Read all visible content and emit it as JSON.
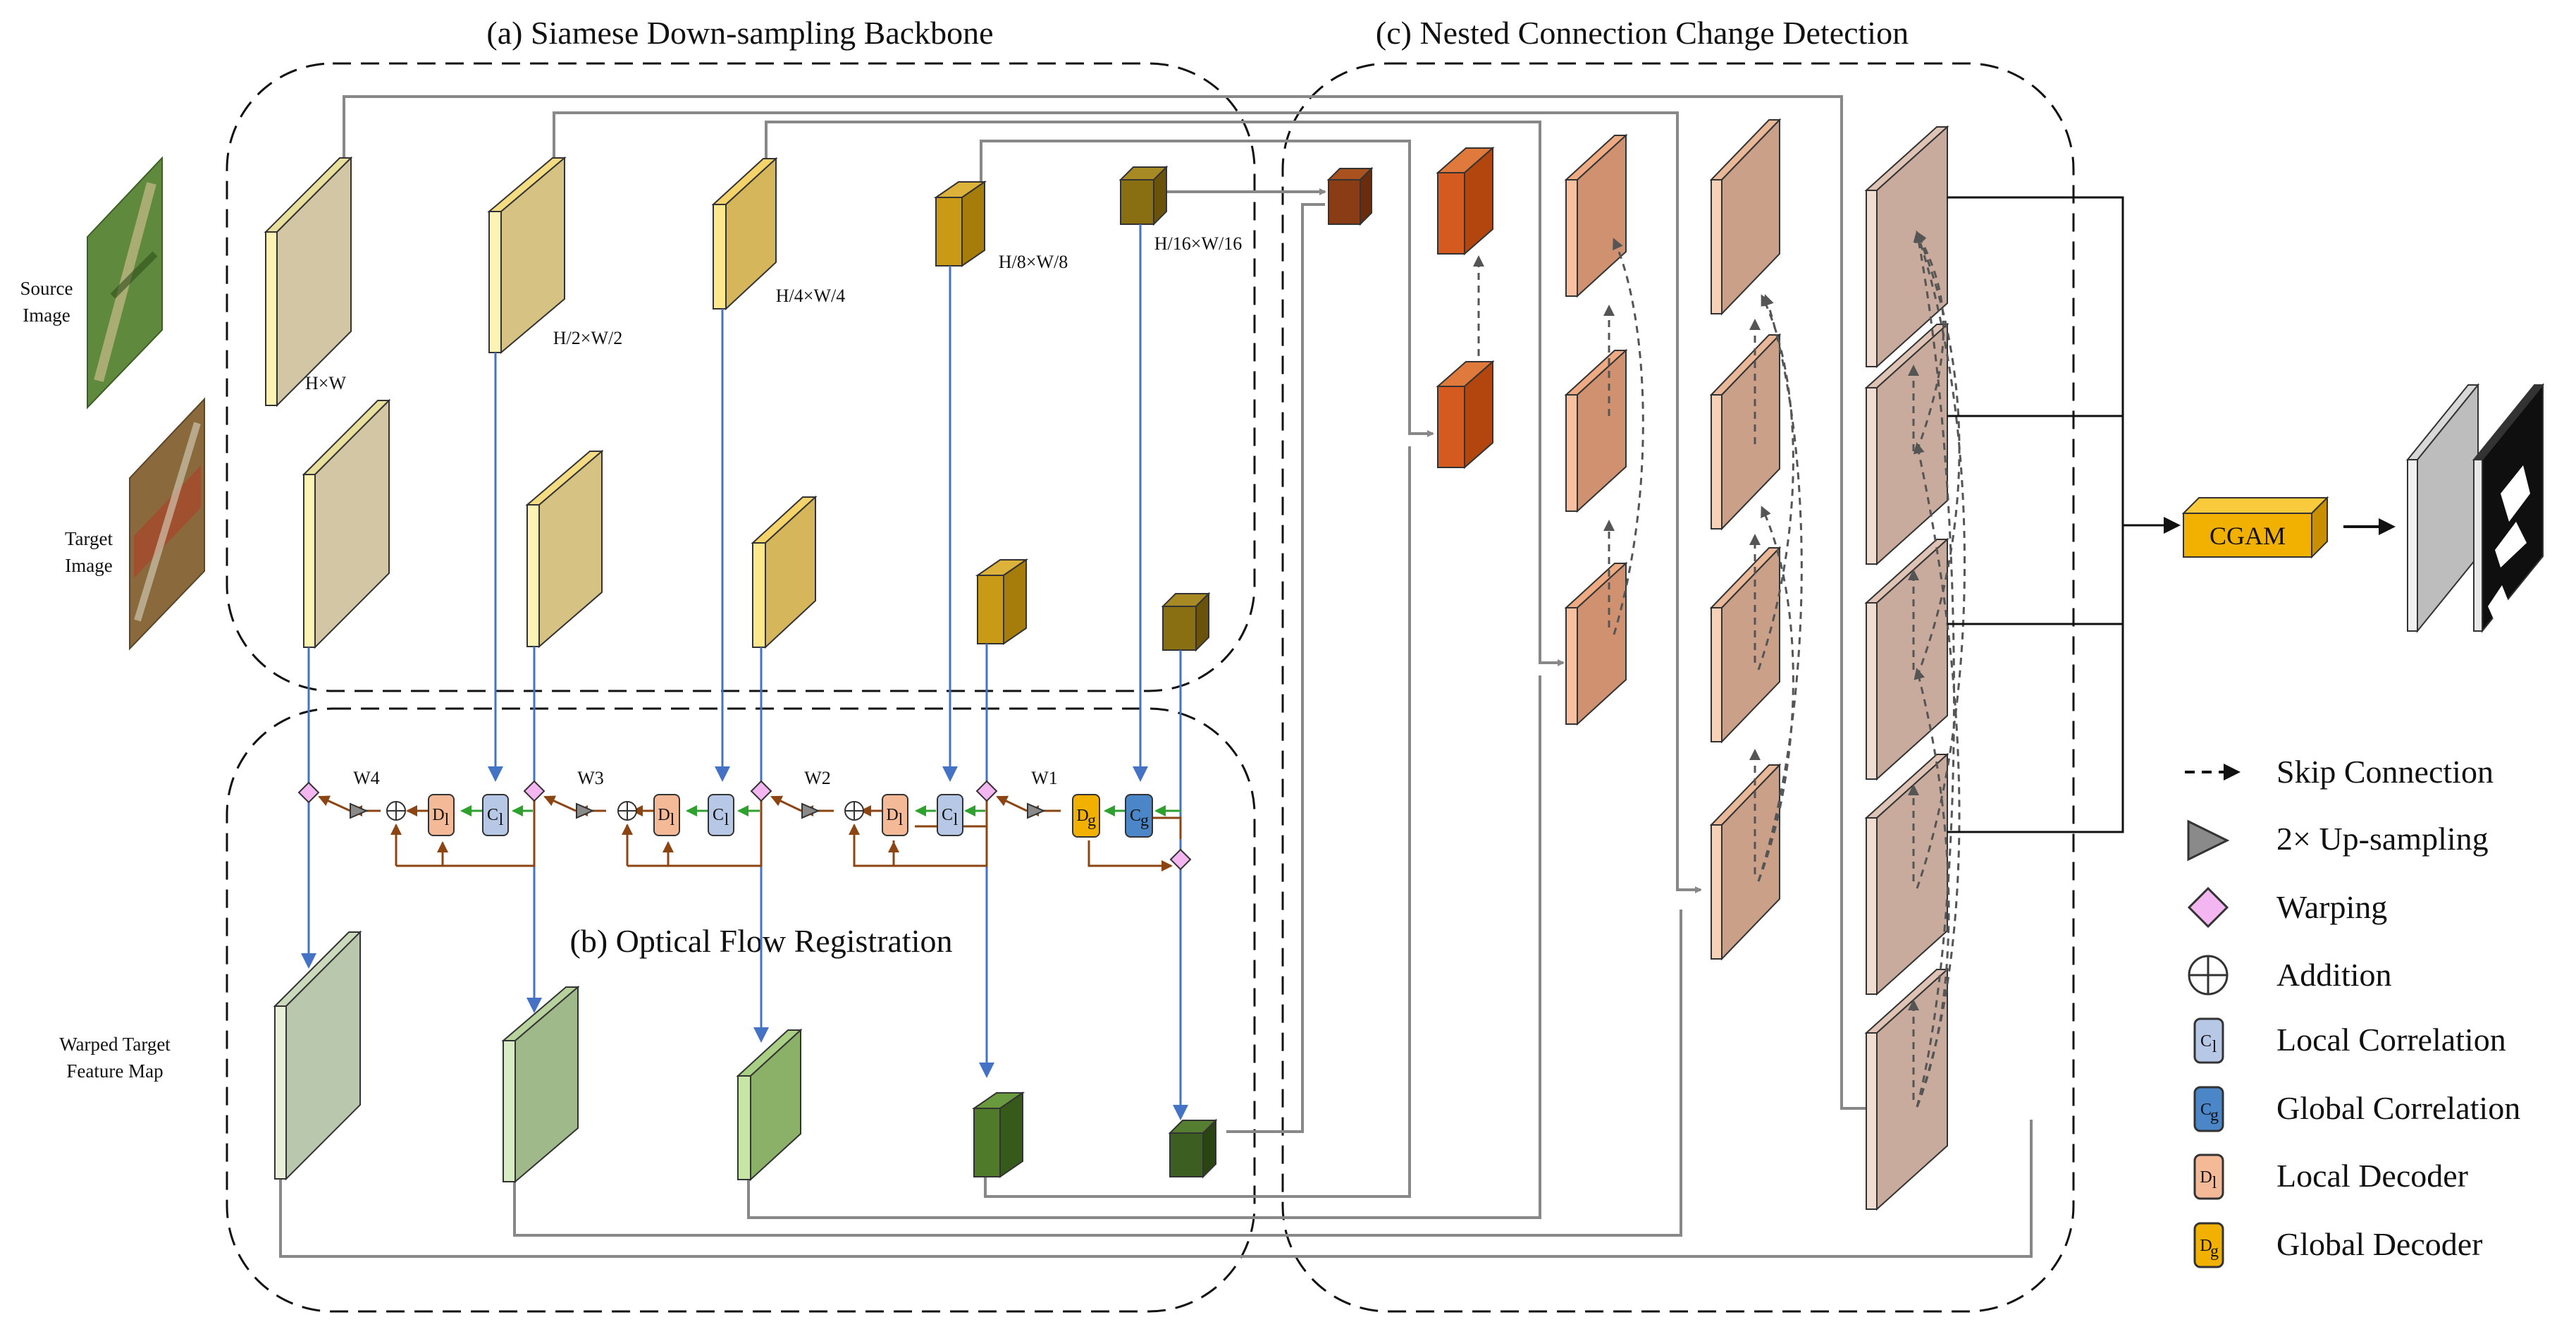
{
  "regions": {
    "a": "(a) Siamese Down-sampling Backbone",
    "b": "(b) Optical Flow Registration",
    "c": "(c) Nested Connection Change Detection"
  },
  "inputs": {
    "source": [
      "Source",
      "Image"
    ],
    "target": [
      "Target",
      "Image"
    ],
    "warped": [
      "Warped Target",
      "Feature Map"
    ]
  },
  "scales": [
    "H×W",
    "H/2×W/2",
    "H/4×W/4",
    "H/8×W/8",
    "H/16×W/16"
  ],
  "weights": [
    "W4",
    "W3",
    "W2",
    "W1"
  ],
  "modules": {
    "local_corr": "C",
    "local_corr_sub": "l",
    "global_corr": "C",
    "global_corr_sub": "g",
    "local_dec": "D",
    "local_dec_sub": "l",
    "global_dec": "D",
    "global_dec_sub": "g",
    "cgam": "CGAM"
  },
  "legend": [
    {
      "icon": "skip-connection-arrow",
      "label": "Skip Connection"
    },
    {
      "icon": "upsampling-triangle",
      "label": "2× Up-sampling"
    },
    {
      "icon": "warping-diamond",
      "label": "Warping"
    },
    {
      "icon": "addition-circle",
      "label": "Addition"
    },
    {
      "icon": "local-correlation-box",
      "label": "Local Correlation"
    },
    {
      "icon": "global-correlation-box",
      "label": "Global Correlation"
    },
    {
      "icon": "local-decoder-box",
      "label": "Local Decoder"
    },
    {
      "icon": "global-decoder-box",
      "label": "Global Decoder"
    }
  ],
  "colors": {
    "flow_line": "#4472c4",
    "flow_dec": "#8b4513",
    "corr_line": "#2ea02e",
    "skip_line": "#888888",
    "local_corr": "#b7c7e6",
    "global_corr": "#4a86c8",
    "local_dec": "#f4b996",
    "global_dec": "#f2b000",
    "warp": "#f4b6f0"
  }
}
